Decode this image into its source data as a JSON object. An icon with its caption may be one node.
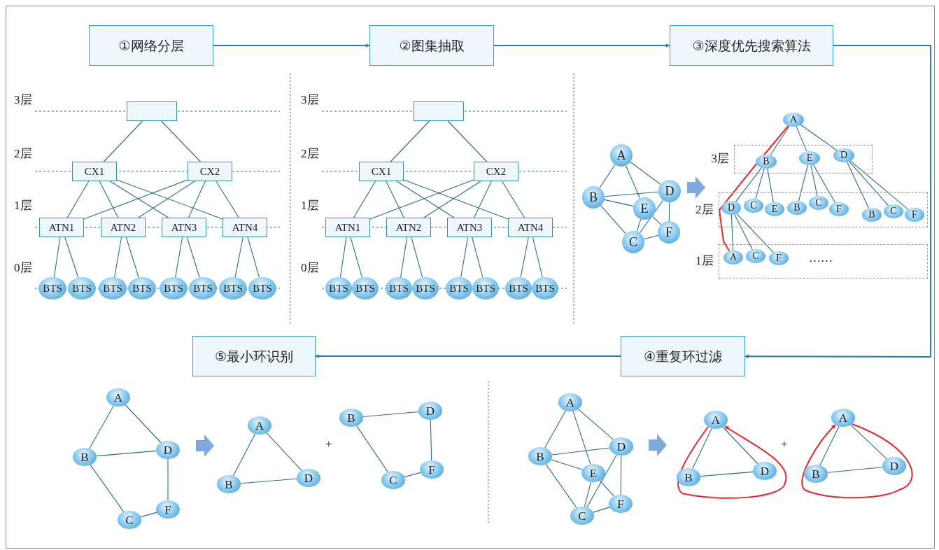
{
  "diagram": {
    "nodes": [
      {
        "text": [
          "①网络分层"
        ]
      },
      {
        "text": [
          "②图集抽取"
        ]
      },
      {
        "text": [
          "③深度优先搜索算法"
        ]
      },
      {
        "text": [],
        "shape": "box"
      },
      {
        "text": [
          "CX1"
        ]
      },
      {
        "text": [
          "CX2"
        ]
      },
      {
        "text": [
          "ATN1"
        ]
      },
      {
        "text": [
          "ATN2"
        ]
      },
      {
        "text": [
          "ATN3"
        ]
      },
      {
        "text": [
          "ATN4"
        ]
      },
      {
        "text": [
          "BTS"
        ]
      },
      {
        "text": [
          "BTS"
        ]
      },
      {
        "text": [
          "BTS"
        ]
      },
      {
        "text": [
          "BTS"
        ]
      },
      {
        "text": [
          "BTS"
        ]
      },
      {
        "text": [
          "BTS"
        ]
      },
      {
        "text": [
          "BTS"
        ]
      },
      {
        "text": [
          "BTS"
        ]
      },
      {
        "text": [],
        "shape": "box"
      },
      {
        "text": [
          "CX1"
        ]
      },
      {
        "text": [
          "CX2"
        ]
      },
      {
        "text": [
          "ATN1"
        ]
      },
      {
        "text": [
          "ATN2"
        ]
      },
      {
        "text": [
          "ATN3"
        ]
      },
      {
        "text": [
          "ATN4"
        ]
      },
      {
        "text": [
          "BTS"
        ]
      },
      {
        "text": [
          "BTS"
        ]
      },
      {
        "text": [
          "BTS"
        ]
      },
      {
        "text": [
          "BTS"
        ]
      },
      {
        "text": [
          "BTS"
        ]
      },
      {
        "text": [
          "BTS"
        ]
      },
      {
        "text": [
          "BTS"
        ]
      },
      {
        "text": [
          "BTS"
        ]
      },
      {
        "text": [
          "A"
        ]
      },
      {
        "text": [
          "B"
        ]
      },
      {
        "text": [
          "C"
        ]
      },
      {
        "text": [
          "D"
        ]
      },
      {
        "text": [
          "E"
        ]
      },
      {
        "text": [
          "F"
        ]
      },
      {
        "text": [
          "A"
        ]
      },
      {
        "text": [
          "3层"
        ]
      },
      {
        "text": [
          "B"
        ],
        "in": 40
      },
      {
        "text": [
          "E"
        ],
        "in": 40
      },
      {
        "text": [
          "D"
        ],
        "in": 40
      },
      {
        "text": [
          "2层"
        ]
      },
      {
        "text": [
          "D"
        ],
        "in": 44
      },
      {
        "text": [
          "C"
        ],
        "in": 44
      },
      {
        "text": [
          "E"
        ],
        "in": 44
      },
      {
        "text": [
          "B"
        ],
        "in": 44
      },
      {
        "text": [
          "C"
        ],
        "in": 44
      },
      {
        "text": [
          "F"
        ],
        "in": 44
      },
      {
        "text": [
          "B"
        ],
        "in": 44
      },
      {
        "text": [
          "C"
        ],
        "in": 44
      },
      {
        "text": [
          "F"
        ],
        "in": 44
      },
      {
        "text": [
          "1层"
        ]
      },
      {
        "text": [
          "A"
        ],
        "in": 54
      },
      {
        "text": [
          "C"
        ],
        "in": 54
      },
      {
        "text": [
          "F"
        ],
        "in": 54
      },
      {
        "text": [
          "⑤最小环识别"
        ]
      },
      {
        "text": [
          "④重复环过滤"
        ]
      },
      {
        "text": [
          "A"
        ]
      },
      {
        "text": [
          "B"
        ]
      },
      {
        "text": [
          "C"
        ]
      },
      {
        "text": [
          "D"
        ]
      },
      {
        "text": [
          "F"
        ]
      },
      {
        "text": [
          "A"
        ]
      },
      {
        "text": [
          "B"
        ]
      },
      {
        "text": [
          "D"
        ]
      },
      {
        "text": [
          "B"
        ]
      },
      {
        "text": [
          "C"
        ]
      },
      {
        "text": [
          "D"
        ]
      },
      {
        "text": [
          "F"
        ]
      },
      {
        "text": [
          "A"
        ]
      },
      {
        "text": [
          "B"
        ]
      },
      {
        "text": [
          "C"
        ]
      },
      {
        "text": [
          "D"
        ]
      },
      {
        "text": [
          "E"
        ]
      },
      {
        "text": [
          "F"
        ]
      },
      {
        "text": [
          "A"
        ]
      },
      {
        "text": [
          "B"
        ]
      },
      {
        "text": [
          "D"
        ]
      },
      {
        "text": [
          "A"
        ]
      },
      {
        "text": [
          "B"
        ]
      },
      {
        "text": [
          "D"
        ]
      }
    ],
    "edges": [
      {
        "from": 0,
        "to": 1,
        "arrow": "to",
        "color": "#2f78b8"
      },
      {
        "from": 1,
        "to": 2,
        "arrow": "to",
        "color": "#2f78b8"
      },
      {
        "from": 2,
        "to": 59,
        "arrow": "to",
        "color": "#2f78b8"
      },
      {
        "from": 59,
        "to": 58,
        "arrow": "to",
        "color": "#2f78b8"
      },
      {
        "from": 3,
        "to": 4,
        "arrow": "none"
      },
      {
        "from": 3,
        "to": 5,
        "arrow": "none"
      },
      {
        "from": 4,
        "to": 6,
        "arrow": "none"
      },
      {
        "from": 4,
        "to": 7,
        "arrow": "none"
      },
      {
        "from": 4,
        "to": 8,
        "arrow": "none"
      },
      {
        "from": 4,
        "to": 9,
        "arrow": "none"
      },
      {
        "from": 5,
        "to": 6,
        "arrow": "none"
      },
      {
        "from": 5,
        "to": 7,
        "arrow": "none"
      },
      {
        "from": 5,
        "to": 8,
        "arrow": "none"
      },
      {
        "from": 5,
        "to": 9,
        "arrow": "none"
      },
      {
        "from": 6,
        "to": 10,
        "arrow": "none"
      },
      {
        "from": 6,
        "to": 11,
        "arrow": "none"
      },
      {
        "from": 7,
        "to": 12,
        "arrow": "none"
      },
      {
        "from": 7,
        "to": 13,
        "arrow": "none"
      },
      {
        "from": 8,
        "to": 14,
        "arrow": "none"
      },
      {
        "from": 8,
        "to": 15,
        "arrow": "none"
      },
      {
        "from": 9,
        "to": 16,
        "arrow": "none"
      },
      {
        "from": 9,
        "to": 17,
        "arrow": "none"
      },
      {
        "from": 18,
        "to": 19,
        "arrow": "none"
      },
      {
        "from": 18,
        "to": 20,
        "arrow": "none"
      },
      {
        "from": 19,
        "to": 21,
        "arrow": "none"
      },
      {
        "from": 19,
        "to": 22,
        "arrow": "none"
      },
      {
        "from": 19,
        "to": 23,
        "arrow": "none"
      },
      {
        "from": 19,
        "to": 24,
        "arrow": "none"
      },
      {
        "from": 20,
        "to": 21,
        "arrow": "none"
      },
      {
        "from": 20,
        "to": 22,
        "arrow": "none"
      },
      {
        "from": 20,
        "to": 23,
        "arrow": "none"
      },
      {
        "from": 20,
        "to": 24,
        "arrow": "none"
      },
      {
        "from": 21,
        "to": 25,
        "arrow": "none"
      },
      {
        "from": 21,
        "to": 26,
        "arrow": "none"
      },
      {
        "from": 22,
        "to": 27,
        "arrow": "none"
      },
      {
        "from": 22,
        "to": 28,
        "arrow": "none"
      },
      {
        "from": 23,
        "to": 29,
        "arrow": "none"
      },
      {
        "from": 23,
        "to": 30,
        "arrow": "none"
      },
      {
        "from": 24,
        "to": 31,
        "arrow": "none"
      },
      {
        "from": 24,
        "to": 32,
        "arrow": "none"
      },
      {
        "from": 33,
        "to": 34,
        "arrow": "none"
      },
      {
        "from": 33,
        "to": 37,
        "arrow": "none"
      },
      {
        "from": 33,
        "to": 36,
        "arrow": "none"
      },
      {
        "from": 34,
        "to": 36,
        "arrow": "none"
      },
      {
        "from": 34,
        "to": 37,
        "arrow": "none"
      },
      {
        "from": 34,
        "to": 35,
        "arrow": "none"
      },
      {
        "from": 37,
        "to": 35,
        "arrow": "none"
      },
      {
        "from": 37,
        "to": 38,
        "arrow": "none"
      },
      {
        "from": 36,
        "to": 35,
        "arrow": "none"
      },
      {
        "from": 36,
        "to": 38,
        "arrow": "none"
      },
      {
        "from": 35,
        "to": 38,
        "arrow": "none"
      },
      {
        "from": 39,
        "to": 41,
        "arrow": "none"
      },
      {
        "from": 39,
        "to": 42,
        "arrow": "none"
      },
      {
        "from": 39,
        "to": 43,
        "arrow": "none"
      },
      {
        "from": 41,
        "to": 45,
        "arrow": "none"
      },
      {
        "from": 41,
        "to": 46,
        "arrow": "none"
      },
      {
        "from": 41,
        "to": 47,
        "arrow": "none"
      },
      {
        "from": 42,
        "to": 48,
        "arrow": "none"
      },
      {
        "from": 42,
        "to": 49,
        "arrow": "none"
      },
      {
        "from": 42,
        "to": 50,
        "arrow": "none"
      },
      {
        "from": 43,
        "to": 51,
        "arrow": "none"
      },
      {
        "from": 43,
        "to": 52,
        "arrow": "none"
      },
      {
        "from": 43,
        "to": 53,
        "arrow": "none"
      },
      {
        "from": 45,
        "to": 55,
        "arrow": "none"
      },
      {
        "from": 45,
        "to": 56,
        "arrow": "none"
      },
      {
        "from": 45,
        "to": 57,
        "arrow": "none"
      },
      {
        "from": 39,
        "to": 55,
        "arrow": "none",
        "color": "#e8262b"
      },
      {
        "from": 60,
        "to": 61,
        "arrow": "none"
      },
      {
        "from": 60,
        "to": 63,
        "arrow": "none"
      },
      {
        "from": 61,
        "to": 63,
        "arrow": "none"
      },
      {
        "from": 61,
        "to": 62,
        "arrow": "none"
      },
      {
        "from": 63,
        "to": 64,
        "arrow": "none"
      },
      {
        "from": 62,
        "to": 64,
        "arrow": "none"
      },
      {
        "from": 65,
        "to": 66,
        "arrow": "none"
      },
      {
        "from": 65,
        "to": 67,
        "arrow": "none"
      },
      {
        "from": 66,
        "to": 67,
        "arrow": "none"
      },
      {
        "from": 68,
        "to": 70,
        "arrow": "none"
      },
      {
        "from": 70,
        "to": 71,
        "arrow": "none"
      },
      {
        "from": 71,
        "to": 69,
        "arrow": "none"
      },
      {
        "from": 69,
        "to": 68,
        "arrow": "none"
      },
      {
        "from": 72,
        "to": 73,
        "arrow": "none"
      },
      {
        "from": 72,
        "to": 76,
        "arrow": "none"
      },
      {
        "from": 72,
        "to": 75,
        "arrow": "none"
      },
      {
        "from": 73,
        "to": 75,
        "arrow": "none"
      },
      {
        "from": 73,
        "to": 76,
        "arrow": "none"
      },
      {
        "from": 73,
        "to": 74,
        "arrow": "none"
      },
      {
        "from": 76,
        "to": 74,
        "arrow": "none"
      },
      {
        "from": 76,
        "to": 77,
        "arrow": "none"
      },
      {
        "from": 75,
        "to": 74,
        "arrow": "none"
      },
      {
        "from": 75,
        "to": 77,
        "arrow": "none"
      },
      {
        "from": 74,
        "to": 77,
        "arrow": "none"
      },
      {
        "from": 78,
        "to": 79,
        "arrow": "none"
      },
      {
        "from": 78,
        "to": 80,
        "arrow": "none"
      },
      {
        "from": 79,
        "to": 80,
        "arrow": "none"
      },
      {
        "from": 78,
        "to": 78,
        "arrow": "to",
        "color": "#e8262b"
      },
      {
        "from": 81,
        "to": 82,
        "arrow": "none"
      },
      {
        "from": 81,
        "to": 83,
        "arrow": "none"
      },
      {
        "from": 82,
        "to": 83,
        "arrow": "none"
      },
      {
        "from": 81,
        "to": 81,
        "arrow": "to",
        "color": "#e8262b"
      },
      {
        "from": 36,
        "to": 45,
        "arrow": "to",
        "color": "#7fa9dc"
      },
      {
        "from": 63,
        "to": 66,
        "arrow": "to",
        "color": "#7fa9dc"
      },
      {
        "from": 75,
        "to": 79,
        "arrow": "to",
        "color": "#7fa9dc"
      }
    ],
    "labels": [
      "3层",
      "2层",
      "1层",
      "0层",
      "3层",
      "2层",
      "1层",
      "0层",
      "……",
      "+",
      "+"
    ]
  }
}
